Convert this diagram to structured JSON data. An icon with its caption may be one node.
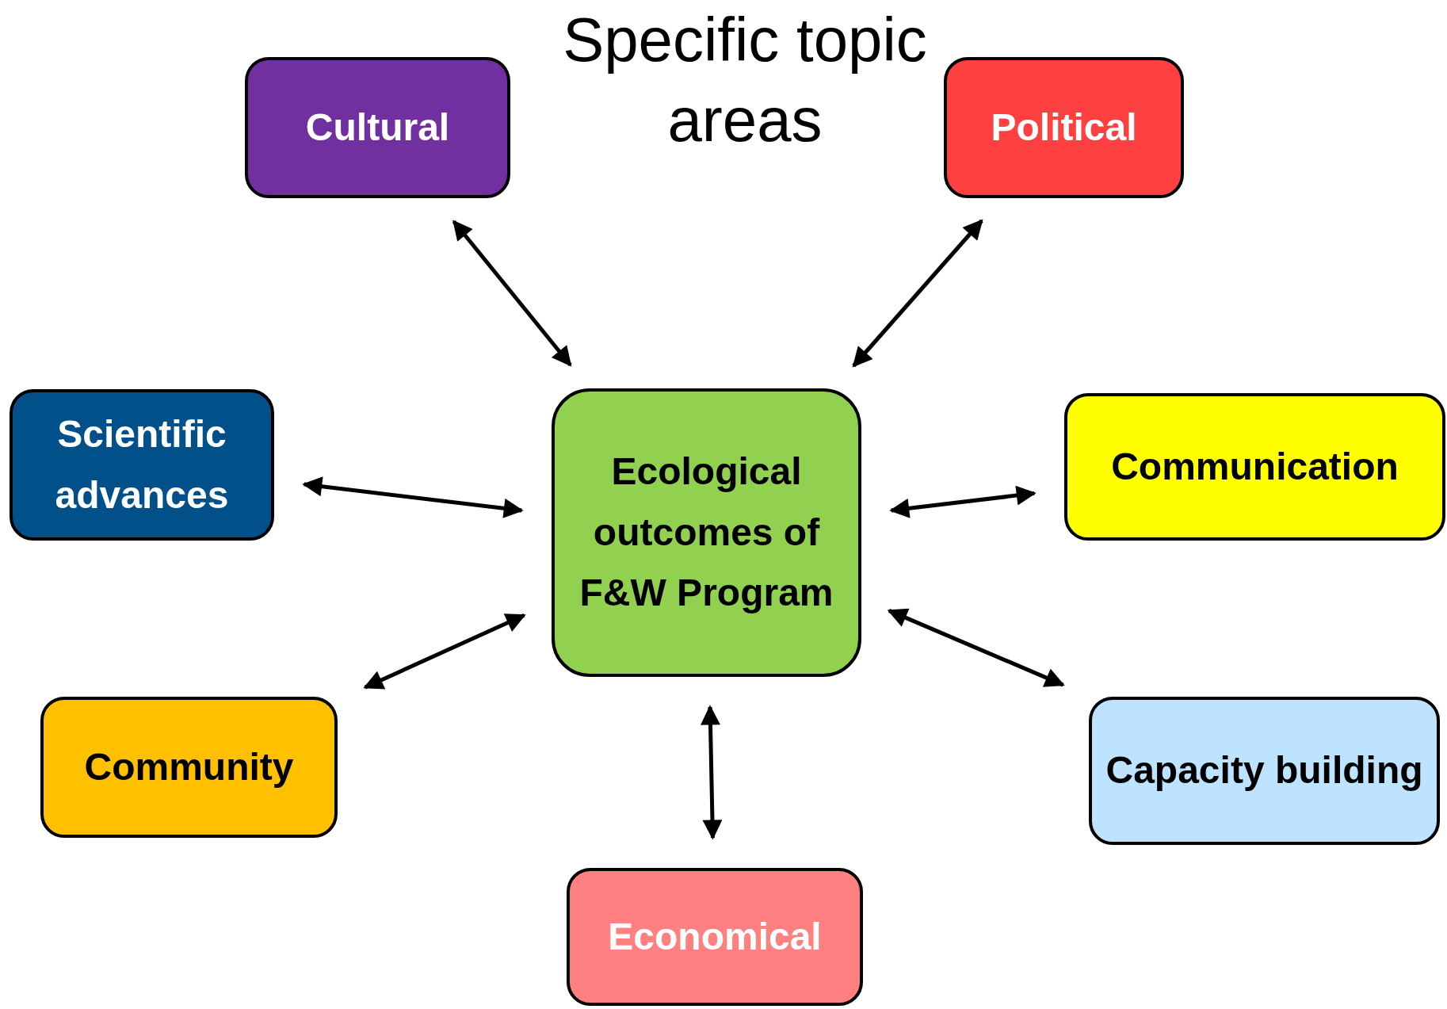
{
  "diagram": {
    "title": "Specific topic areas",
    "nodes": [
      {
        "text": [
          "Cultural"
        ]
      },
      {
        "text": [
          "Political"
        ]
      },
      {
        "text": [
          "Scientific advances"
        ]
      },
      {
        "text": [
          "Ecological outcomes of F&W Program"
        ]
      },
      {
        "text": [
          "Communication"
        ]
      },
      {
        "text": [
          "Community"
        ]
      },
      {
        "text": [
          "Capacity building"
        ]
      },
      {
        "text": [
          "Economical"
        ]
      }
    ],
    "edges": [
      {
        "from": 3,
        "to": 0,
        "arrow": "both"
      },
      {
        "from": 3,
        "to": 1,
        "arrow": "both"
      },
      {
        "from": 3,
        "to": 2,
        "arrow": "both"
      },
      {
        "from": 3,
        "to": 4,
        "arrow": "both"
      },
      {
        "from": 3,
        "to": 5,
        "arrow": "both"
      },
      {
        "from": 3,
        "to": 6,
        "arrow": "both"
      },
      {
        "from": 3,
        "to": 7,
        "arrow": "both"
      }
    ]
  }
}
